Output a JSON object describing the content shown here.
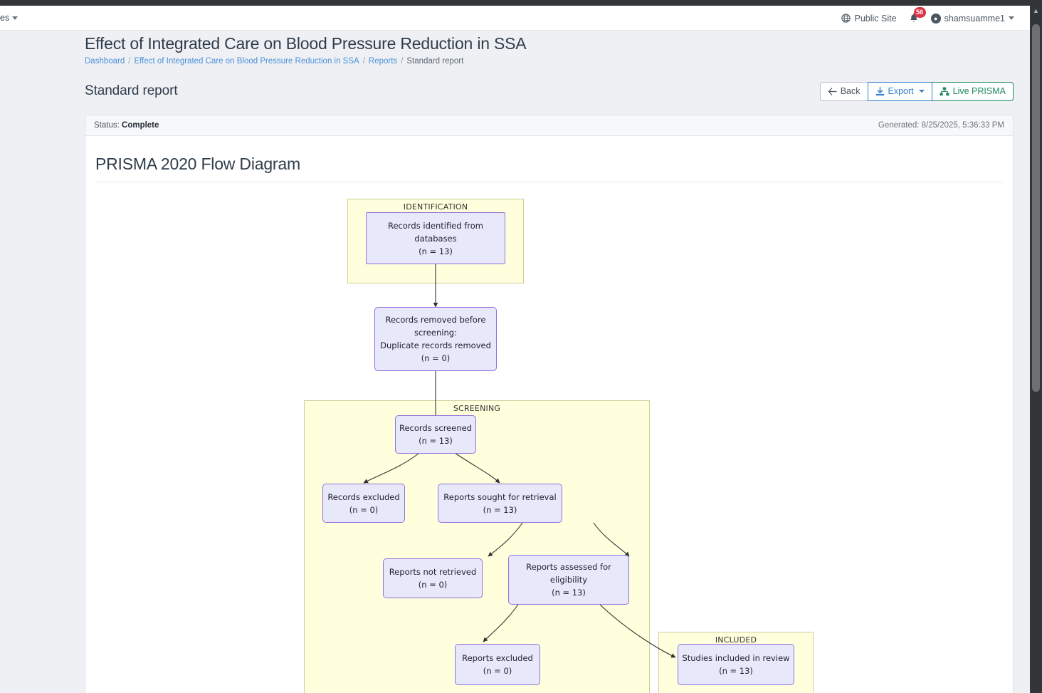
{
  "browser": {
    "scrollbar": {
      "name": "vertical-scrollbar",
      "arrow": "▲"
    }
  },
  "navbar": {
    "left_cut_label": "es",
    "public_site": "Public Site",
    "notifications_count": "56",
    "username": "shamsuamme1"
  },
  "header": {
    "title": "Effect of Integrated Care on Blood Pressure Reduction in SSA",
    "breadcrumb": [
      {
        "label": "Dashboard",
        "link": true
      },
      {
        "label": "Effect of Integrated Care on Blood Pressure Reduction in SSA",
        "link": true
      },
      {
        "label": "Reports",
        "link": true
      },
      {
        "label": "Standard report",
        "link": false
      }
    ],
    "separator": "/"
  },
  "subheader": {
    "title": "Standard report",
    "back_label": "Back",
    "back_icon": "arrow-left-icon",
    "export_label": "Export",
    "export_icon": "download-icon",
    "prisma_label": "Live PRISMA",
    "prisma_icon": "sitemap-icon"
  },
  "card": {
    "status_label": "Status:",
    "status_value": "Complete",
    "generated_label": "Generated:",
    "generated_value": "8/25/2025, 5:36:33 PM",
    "diagram_title": "PRISMA 2020 Flow Diagram"
  },
  "chart_data": {
    "type": "diagram",
    "title": "PRISMA 2020 Flow Diagram",
    "phases": [
      {
        "id": "identification",
        "label": "IDENTIFICATION"
      },
      {
        "id": "screening",
        "label": "SCREENING"
      },
      {
        "id": "included",
        "label": "INCLUDED"
      }
    ],
    "nodes": [
      {
        "id": "records_identified",
        "phase": "identification",
        "lines": [
          "Records identified from",
          "databases",
          "(n = 13)"
        ],
        "n": 13
      },
      {
        "id": "records_removed",
        "phase": "none",
        "lines": [
          "Records removed before",
          "screening:",
          "Duplicate records removed",
          "(n = 0)"
        ],
        "n": 0
      },
      {
        "id": "records_screened",
        "phase": "screening",
        "lines": [
          "Records screened",
          "(n = 13)"
        ],
        "n": 13
      },
      {
        "id": "records_excluded",
        "phase": "screening",
        "lines": [
          "Records excluded",
          "(n = 0)"
        ],
        "n": 0
      },
      {
        "id": "reports_sought",
        "phase": "screening",
        "lines": [
          "Reports sought for retrieval",
          "(n = 13)"
        ],
        "n": 13
      },
      {
        "id": "reports_not_retrieved",
        "phase": "screening",
        "lines": [
          "Reports not retrieved",
          "(n = 0)"
        ],
        "n": 0
      },
      {
        "id": "reports_assessed",
        "phase": "screening",
        "lines": [
          "Reports assessed for",
          "eligibility",
          "(n = 13)"
        ],
        "n": 13
      },
      {
        "id": "reports_excluded",
        "phase": "screening",
        "lines": [
          "Reports excluded",
          "(n = 0)"
        ],
        "n": 0
      },
      {
        "id": "studies_included",
        "phase": "included",
        "lines": [
          "Studies included in review",
          "(n = 13)"
        ],
        "n": 13
      }
    ],
    "edges": [
      {
        "from": "records_identified",
        "to": "records_removed"
      },
      {
        "from": "records_removed",
        "to": "records_screened"
      },
      {
        "from": "records_screened",
        "to": "records_excluded"
      },
      {
        "from": "records_screened",
        "to": "reports_sought"
      },
      {
        "from": "reports_sought",
        "to": "reports_not_retrieved"
      },
      {
        "from": "reports_sought",
        "to": "reports_assessed"
      },
      {
        "from": "reports_assessed",
        "to": "reports_excluded"
      },
      {
        "from": "reports_assessed",
        "to": "studies_included"
      }
    ],
    "colors": {
      "phase_fill": "#ffffde",
      "phase_border": "#cfcf9a",
      "node_fill": "#e8e8fb",
      "node_border": "#9370db",
      "edge": "#333333"
    }
  }
}
